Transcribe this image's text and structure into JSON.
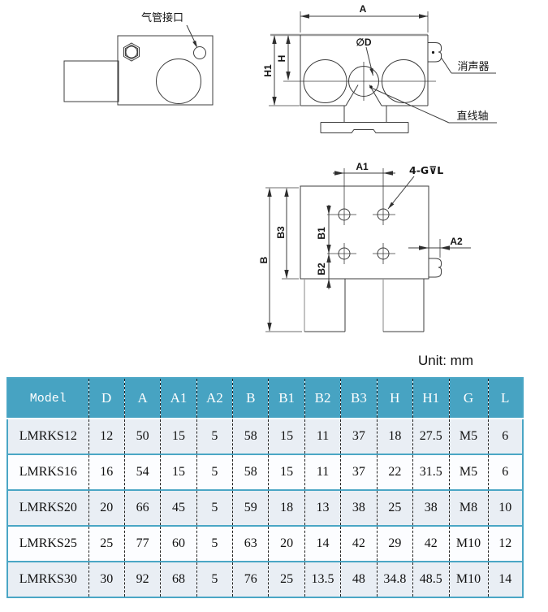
{
  "unit_label": "Unit:  mm",
  "colors": {
    "table_header_bg": "#47a3c2",
    "table_border": "#4aa6c5",
    "row_odd_bg": "#e9eef4",
    "row_even_bg": "#fcfdff",
    "drawing_stroke": "#3c3c3c"
  },
  "drawing": {
    "labels": {
      "air_port": "气管接口",
      "muffler": "消声器",
      "linear_shaft": "直线轴",
      "dim_a": "A",
      "dim_h": "H",
      "dim_h1": "H1",
      "dim_d": "∅D",
      "dim_a1": "A1",
      "dim_a2": "A2",
      "dim_b": "B",
      "dim_b1": "B1",
      "dim_b2": "B2",
      "dim_b3": "B3",
      "thread_note": "4-G⊽L"
    }
  },
  "table": {
    "headers": [
      "Model",
      "D",
      "A",
      "A1",
      "A2",
      "B",
      "B1",
      "B2",
      "B3",
      "H",
      "H1",
      "G",
      "L"
    ],
    "rows": [
      [
        "LMRKS12",
        "12",
        "50",
        "15",
        "5",
        "58",
        "15",
        "11",
        "37",
        "18",
        "27.5",
        "M5",
        "6"
      ],
      [
        "LMRKS16",
        "16",
        "54",
        "15",
        "5",
        "58",
        "15",
        "11",
        "37",
        "22",
        "31.5",
        "M5",
        "6"
      ],
      [
        "LMRKS20",
        "20",
        "66",
        "45",
        "5",
        "59",
        "18",
        "13",
        "38",
        "25",
        "38",
        "M8",
        "10"
      ],
      [
        "LMRKS25",
        "25",
        "77",
        "60",
        "5",
        "63",
        "20",
        "14",
        "42",
        "29",
        "42",
        "M10",
        "12"
      ],
      [
        "LMRKS30",
        "30",
        "92",
        "68",
        "5",
        "76",
        "25",
        "13.5",
        "48",
        "34.8",
        "48.5",
        "M10",
        "14"
      ]
    ]
  }
}
